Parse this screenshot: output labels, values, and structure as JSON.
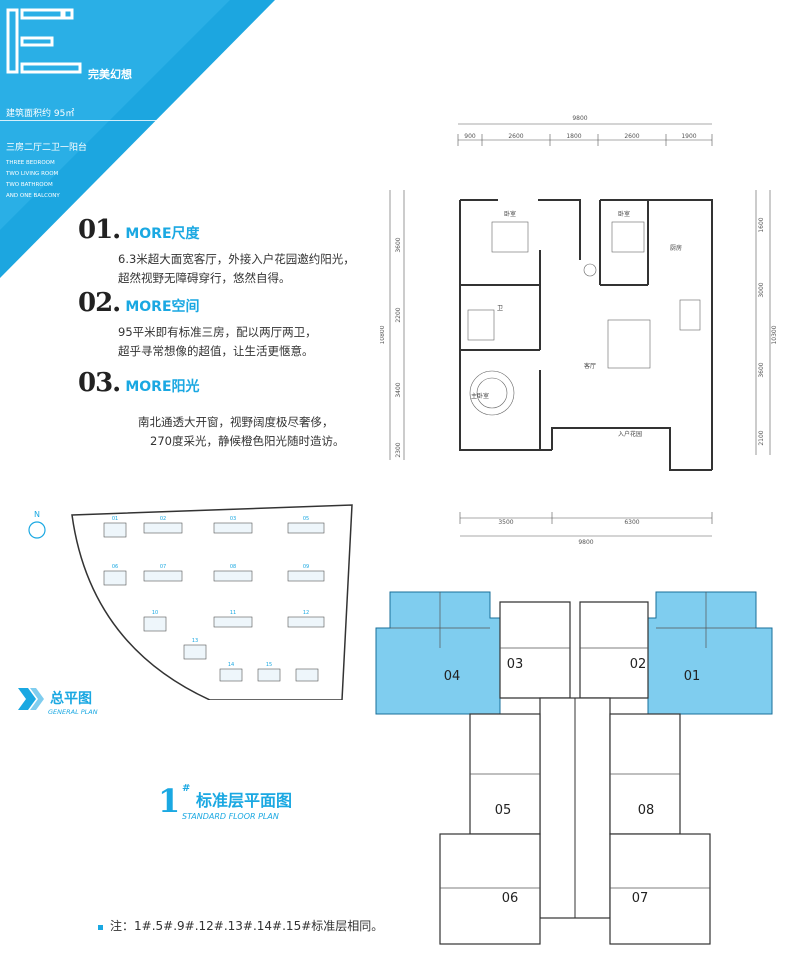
{
  "header": {
    "brand_cn": "完美幻想",
    "area_label": "建筑面积约 95㎡",
    "layout_cn": "三房二厅二卫一阳台",
    "layout_en": [
      "THREE BEDROOM",
      "TWO LIVING ROOM",
      "TWO BATHROOM",
      "AND ONE BALCONY"
    ]
  },
  "features": [
    {
      "num": "01.",
      "title": "MORE尺度",
      "lines": [
        "6.3米超大面宽客厅，外接入户花园邀约阳光，",
        "超然视野无障碍穿行，悠然自得。"
      ]
    },
    {
      "num": "02.",
      "title": "MORE空间",
      "lines": [
        "95平米即有标准三房，配以两厅两卫，",
        "超乎寻常想像的超值，让生活更惬意。"
      ]
    },
    {
      "num": "03.",
      "title": "MORE阳光",
      "lines": [
        "南北通透大开窗，视野阔度极尽奢侈，",
        "270度采光，静候橙色阳光随时造访。"
      ]
    }
  ],
  "unit_plan": {
    "top_total": "9800",
    "top_dims": [
      "900",
      "2600",
      "1800",
      "2600",
      "1900"
    ],
    "left_dims": [
      "3600",
      "2200",
      "3400",
      "2300"
    ],
    "left_total": "10800",
    "right_dims": [
      "1600",
      "3000",
      "3600",
      "2100"
    ],
    "right_total": "10300",
    "bottom_dims": [
      "3500",
      "6300"
    ],
    "bottom_total": "9800",
    "rooms": [
      "卧室",
      "卧室",
      "厨房",
      "卫",
      "客厅",
      "主卧室",
      "入户花园"
    ]
  },
  "site_plan": {
    "title_cn": "总平图",
    "title_en": "GENERAL PLAN",
    "north": "N",
    "buildings": [
      "01",
      "02",
      "03",
      "05",
      "06",
      "07",
      "08",
      "09",
      "10",
      "11",
      "12",
      "13",
      "14",
      "15"
    ]
  },
  "floor_plan": {
    "title_num": "1",
    "title_mark": "#",
    "title_cn": "标准层平面图",
    "title_en": "STANDARD FLOOR PLAN",
    "units": [
      "04",
      "03",
      "02",
      "01",
      "05",
      "08",
      "06",
      "07"
    ]
  },
  "note": "注：1#.5#.9#.12#.13#.14#.15#标准层相同。",
  "colors": {
    "accent": "#1aa8e2",
    "highlight": "#7fcdef"
  }
}
